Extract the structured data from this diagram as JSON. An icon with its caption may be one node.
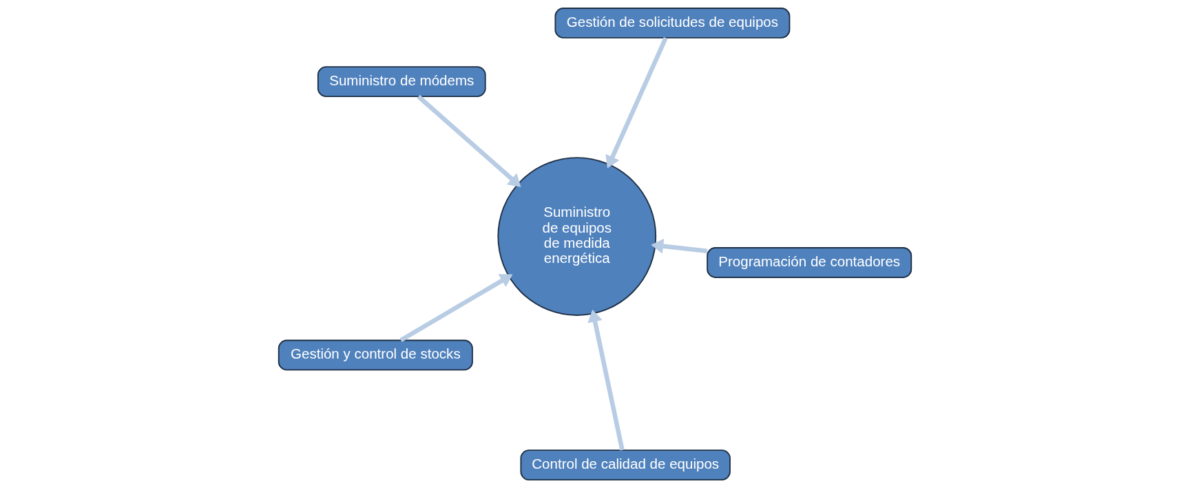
{
  "diagram": {
    "nodes": [
      {
        "text": [
          "Suministro de módems"
        ]
      },
      {
        "text": [
          "Programación de contadores"
        ]
      },
      {
        "text": [
          "Control de calidad de equipos"
        ]
      },
      {
        "text": [
          "Suministro de equipos de medida energética"
        ]
      },
      {
        "text": [
          "Gestión de solicitudes de equipos"
        ]
      },
      {
        "text": [
          "Gestión y control de stocks"
        ]
      }
    ],
    "edges": [
      {
        "from": 0,
        "to": 3,
        "arrow": "to"
      },
      {
        "from": 1,
        "to": 3,
        "arrow": "to"
      },
      {
        "from": 2,
        "to": 3,
        "arrow": "to"
      },
      {
        "from": 4,
        "to": 3,
        "arrow": "to"
      },
      {
        "from": 5,
        "to": 3,
        "arrow": "to"
      }
    ]
  }
}
